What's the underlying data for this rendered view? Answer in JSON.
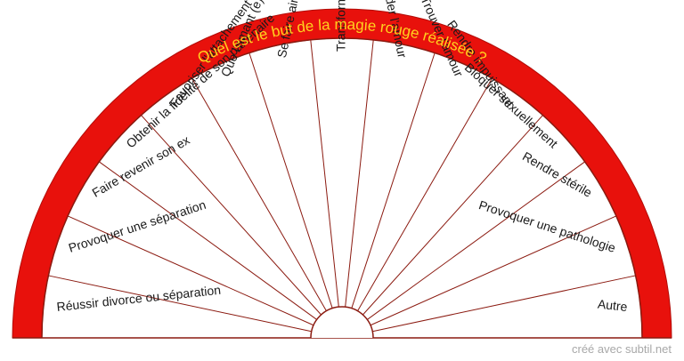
{
  "title": "Quel est le but de la magie rouge réalisée ?",
  "segments": [
    "Réussir divorce ou séparation",
    "Provoquer une séparation",
    "Faire revenir son ex",
    "Obtenir la fidélité de son partenaire",
    "Favoriser l'attachement de l'être aimé",
    "Que l'amant (e) se décide",
    "Se faire aimer d'une personne",
    "Transformer l'amitié en amour",
    "Garder l'amour",
    "Trouver l'amour",
    "Rendre impuissant",
    "Bloquer sexuellement",
    "Rendre stérile",
    "Provoquer une pathologie",
    "Autre"
  ],
  "footer": "créé avec subtil.net",
  "colors": {
    "ring": "#e8110c",
    "title_text": "#ffd21e",
    "lines": "#8b1a10"
  }
}
